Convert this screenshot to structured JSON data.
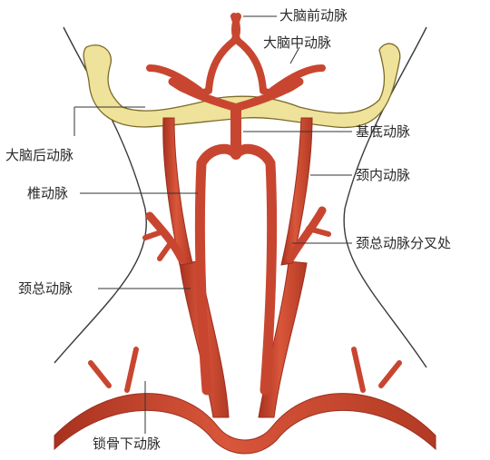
{
  "labels": {
    "anterior_cerebral": "大脑前动脉",
    "middle_cerebral": "大脑中动脉",
    "basilar": "基底动脉",
    "posterior_cerebral": "大脑后动脉",
    "internal_carotid": "颈内动脉",
    "vertebral": "椎动脉",
    "carotid_bifurcation": "颈总动脉分叉处",
    "common_carotid": "颈总动脉",
    "subclavian": "锁骨下动脉"
  },
  "colors": {
    "artery": "#cc4a33",
    "artery_dark": "#9c2d1f",
    "bone": "#efe29a",
    "bone_outline": "#7a6a2a",
    "outline": "#3a3a3a",
    "leader": "#333333"
  }
}
